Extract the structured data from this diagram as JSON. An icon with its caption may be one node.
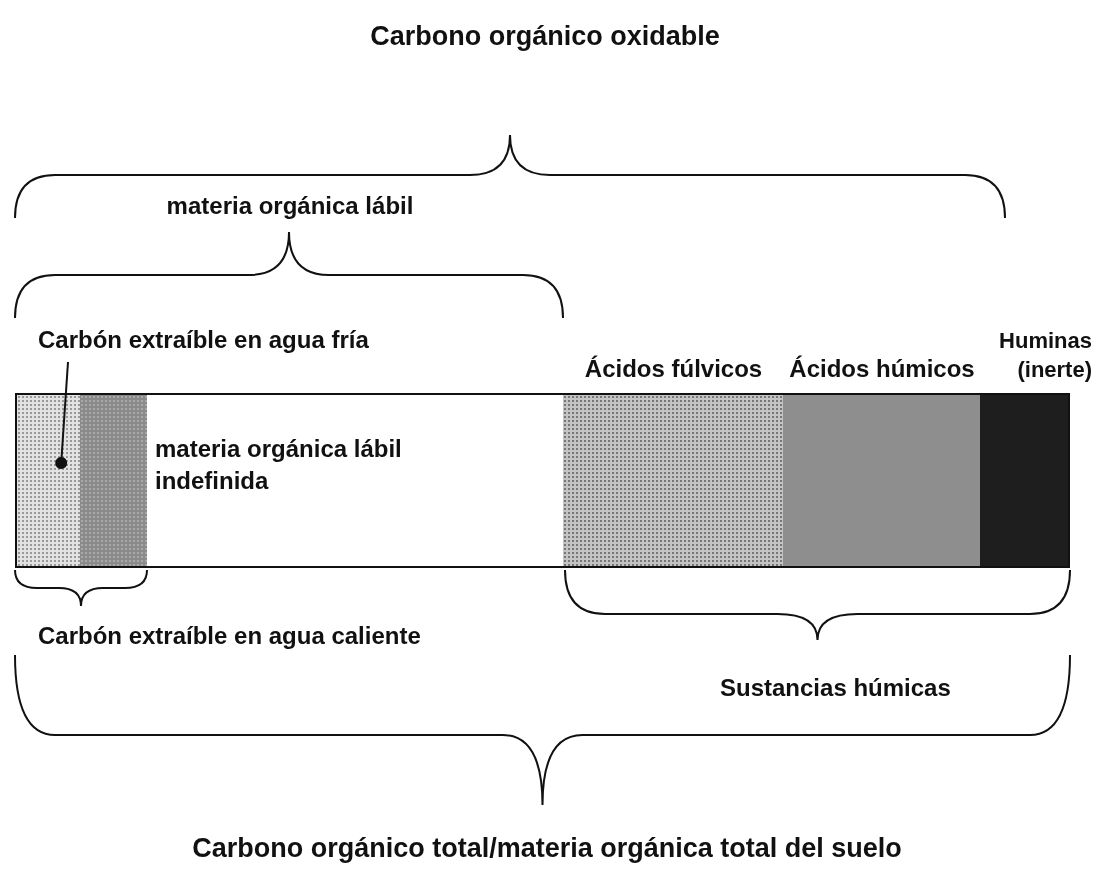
{
  "diagram": {
    "nodes": [
      {
        "text": [
          "Carbón extraíble en agua fría"
        ]
      },
      {
        "text": [],
        "shape": "bar"
      },
      {
        "text": [],
        "shape": "bar"
      },
      {
        "text": [
          "materia orgánica lábil indefinida"
        ]
      },
      {
        "text": [
          "Ácidos fúlvicos"
        ]
      },
      {
        "text": [
          "Ácidos húmicos"
        ]
      },
      {
        "text": [
          "Huminas (inerte)"
        ]
      }
    ],
    "edges": [
      {
        "from": 0,
        "to": 1,
        "arrow": "other"
      }
    ],
    "labels": [
      "Carbono orgánico oxidable",
      "materia orgánica lábil",
      "Carbón extraíble en agua caliente",
      "Sustancias húmicas",
      "Carbono orgánico total/materia orgánica total del suelo"
    ]
  }
}
